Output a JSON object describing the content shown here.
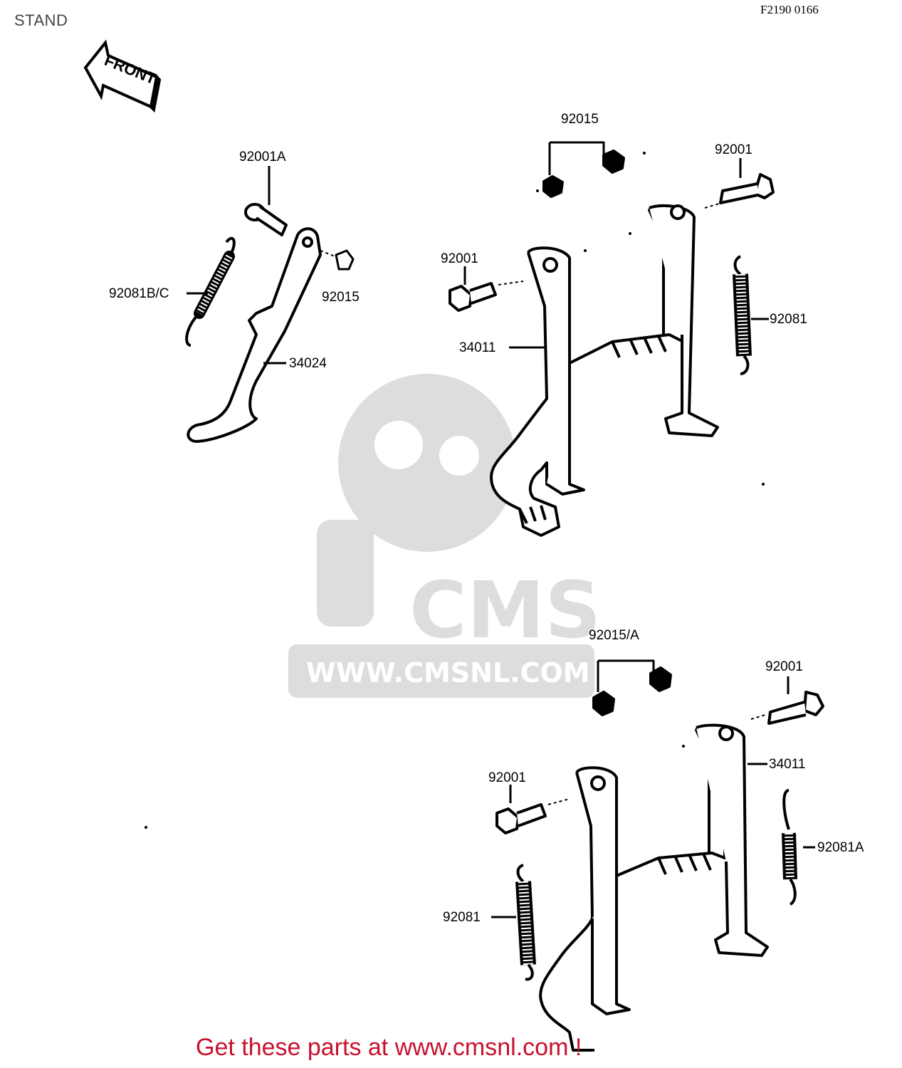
{
  "header": {
    "title": "STAND",
    "drawing_code": "F2190 0166"
  },
  "front_arrow": {
    "label": "FRONT",
    "icon": "front-direction-arrow-icon"
  },
  "callouts": {
    "side_stand": {
      "bolt": "92001A",
      "spring": "92081B/C",
      "nut": "92015",
      "stand": "34024"
    },
    "center_stand_upper": {
      "nuts": "92015",
      "bolt_right": "92001",
      "bolt_left": "92001",
      "stand": "34011",
      "spring": "92081"
    },
    "center_stand_lower": {
      "nuts": "92015/A",
      "bolt_right": "92001",
      "bolt_left": "92001",
      "stand": "34011",
      "spring_right": "92081A",
      "spring_left": "92081"
    }
  },
  "watermark": {
    "brand": "CMS",
    "url": "WWW.CMSNL.COM"
  },
  "footer": {
    "cta": "Get these parts at www.cmsnl.com !",
    "cta_color": "#c8102e"
  }
}
